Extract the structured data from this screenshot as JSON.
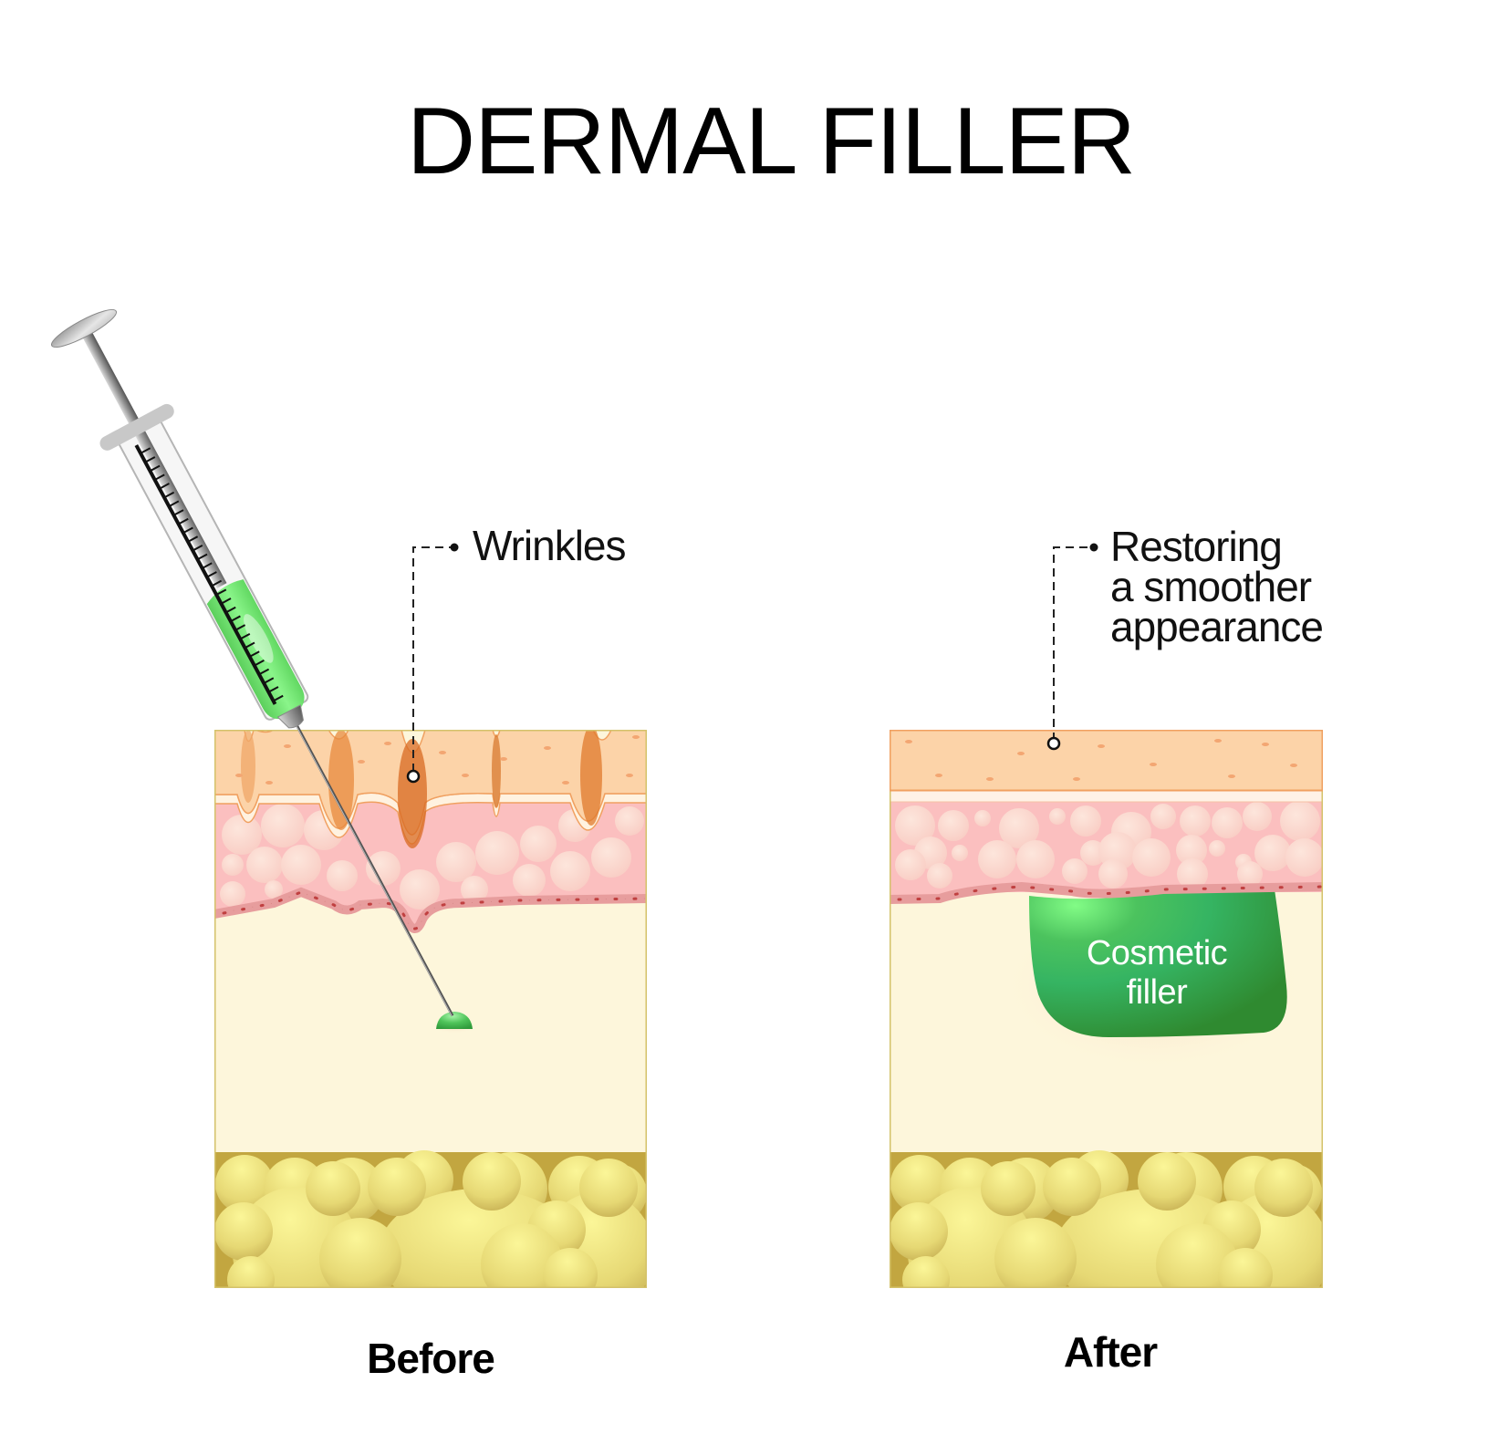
{
  "title": "DERMAL FILLER",
  "panels": {
    "before": {
      "caption": "Before",
      "callout": {
        "label": "Wrinkles"
      },
      "droplet": "filler droplet at needle tip"
    },
    "after": {
      "caption": "After",
      "callout": {
        "lines": [
          "Restoring",
          "a smoother",
          "appearance"
        ]
      },
      "filler_label": [
        "Cosmetic",
        "filler"
      ]
    }
  },
  "instrument": {
    "type": "syringe",
    "contents_color": "#6fe06f"
  },
  "layers": [
    {
      "name": "epidermis",
      "color": "#fcd3a8"
    },
    {
      "name": "dermis",
      "color": "#fbbfbf"
    },
    {
      "name": "hypodermis",
      "color": "#fdf6db"
    },
    {
      "name": "fat",
      "color": "#e8dc7c"
    }
  ],
  "colors": {
    "filler": "#3aa84a",
    "filler_highlight": "#7dfc86",
    "fat_base": "#c2a640",
    "wrinkle_shadow": "#e07a2c",
    "epidermis_outline": "#f0a060"
  }
}
